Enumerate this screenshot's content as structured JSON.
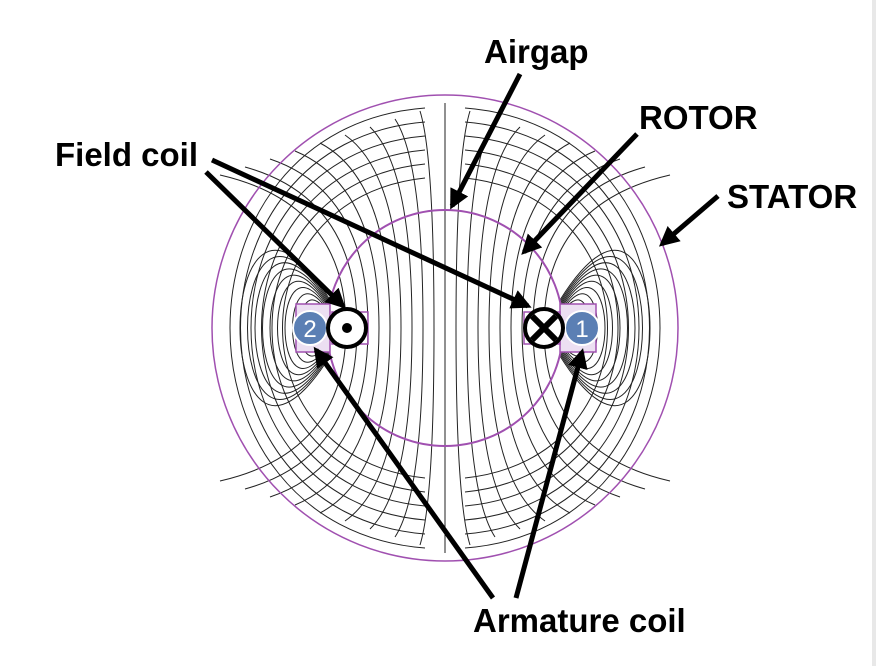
{
  "labels": {
    "airgap": "Airgap",
    "rotor": "ROTOR",
    "field_coil": "Field coil",
    "stator": "STATOR",
    "armature_coil": "Armature coil"
  },
  "armature_coils": [
    {
      "number": "2"
    },
    {
      "number": "1"
    }
  ],
  "field_coils": [
    {
      "current_direction": "out-of-page",
      "symbol": "dot"
    },
    {
      "current_direction": "into-page",
      "symbol": "cross"
    }
  ],
  "colors": {
    "boundary": "#a050b0",
    "flux_line": "#222222",
    "armature_coil_fill": "#5b7fb4",
    "slot_fill": "#e8d8f0",
    "arrow": "#000000"
  }
}
